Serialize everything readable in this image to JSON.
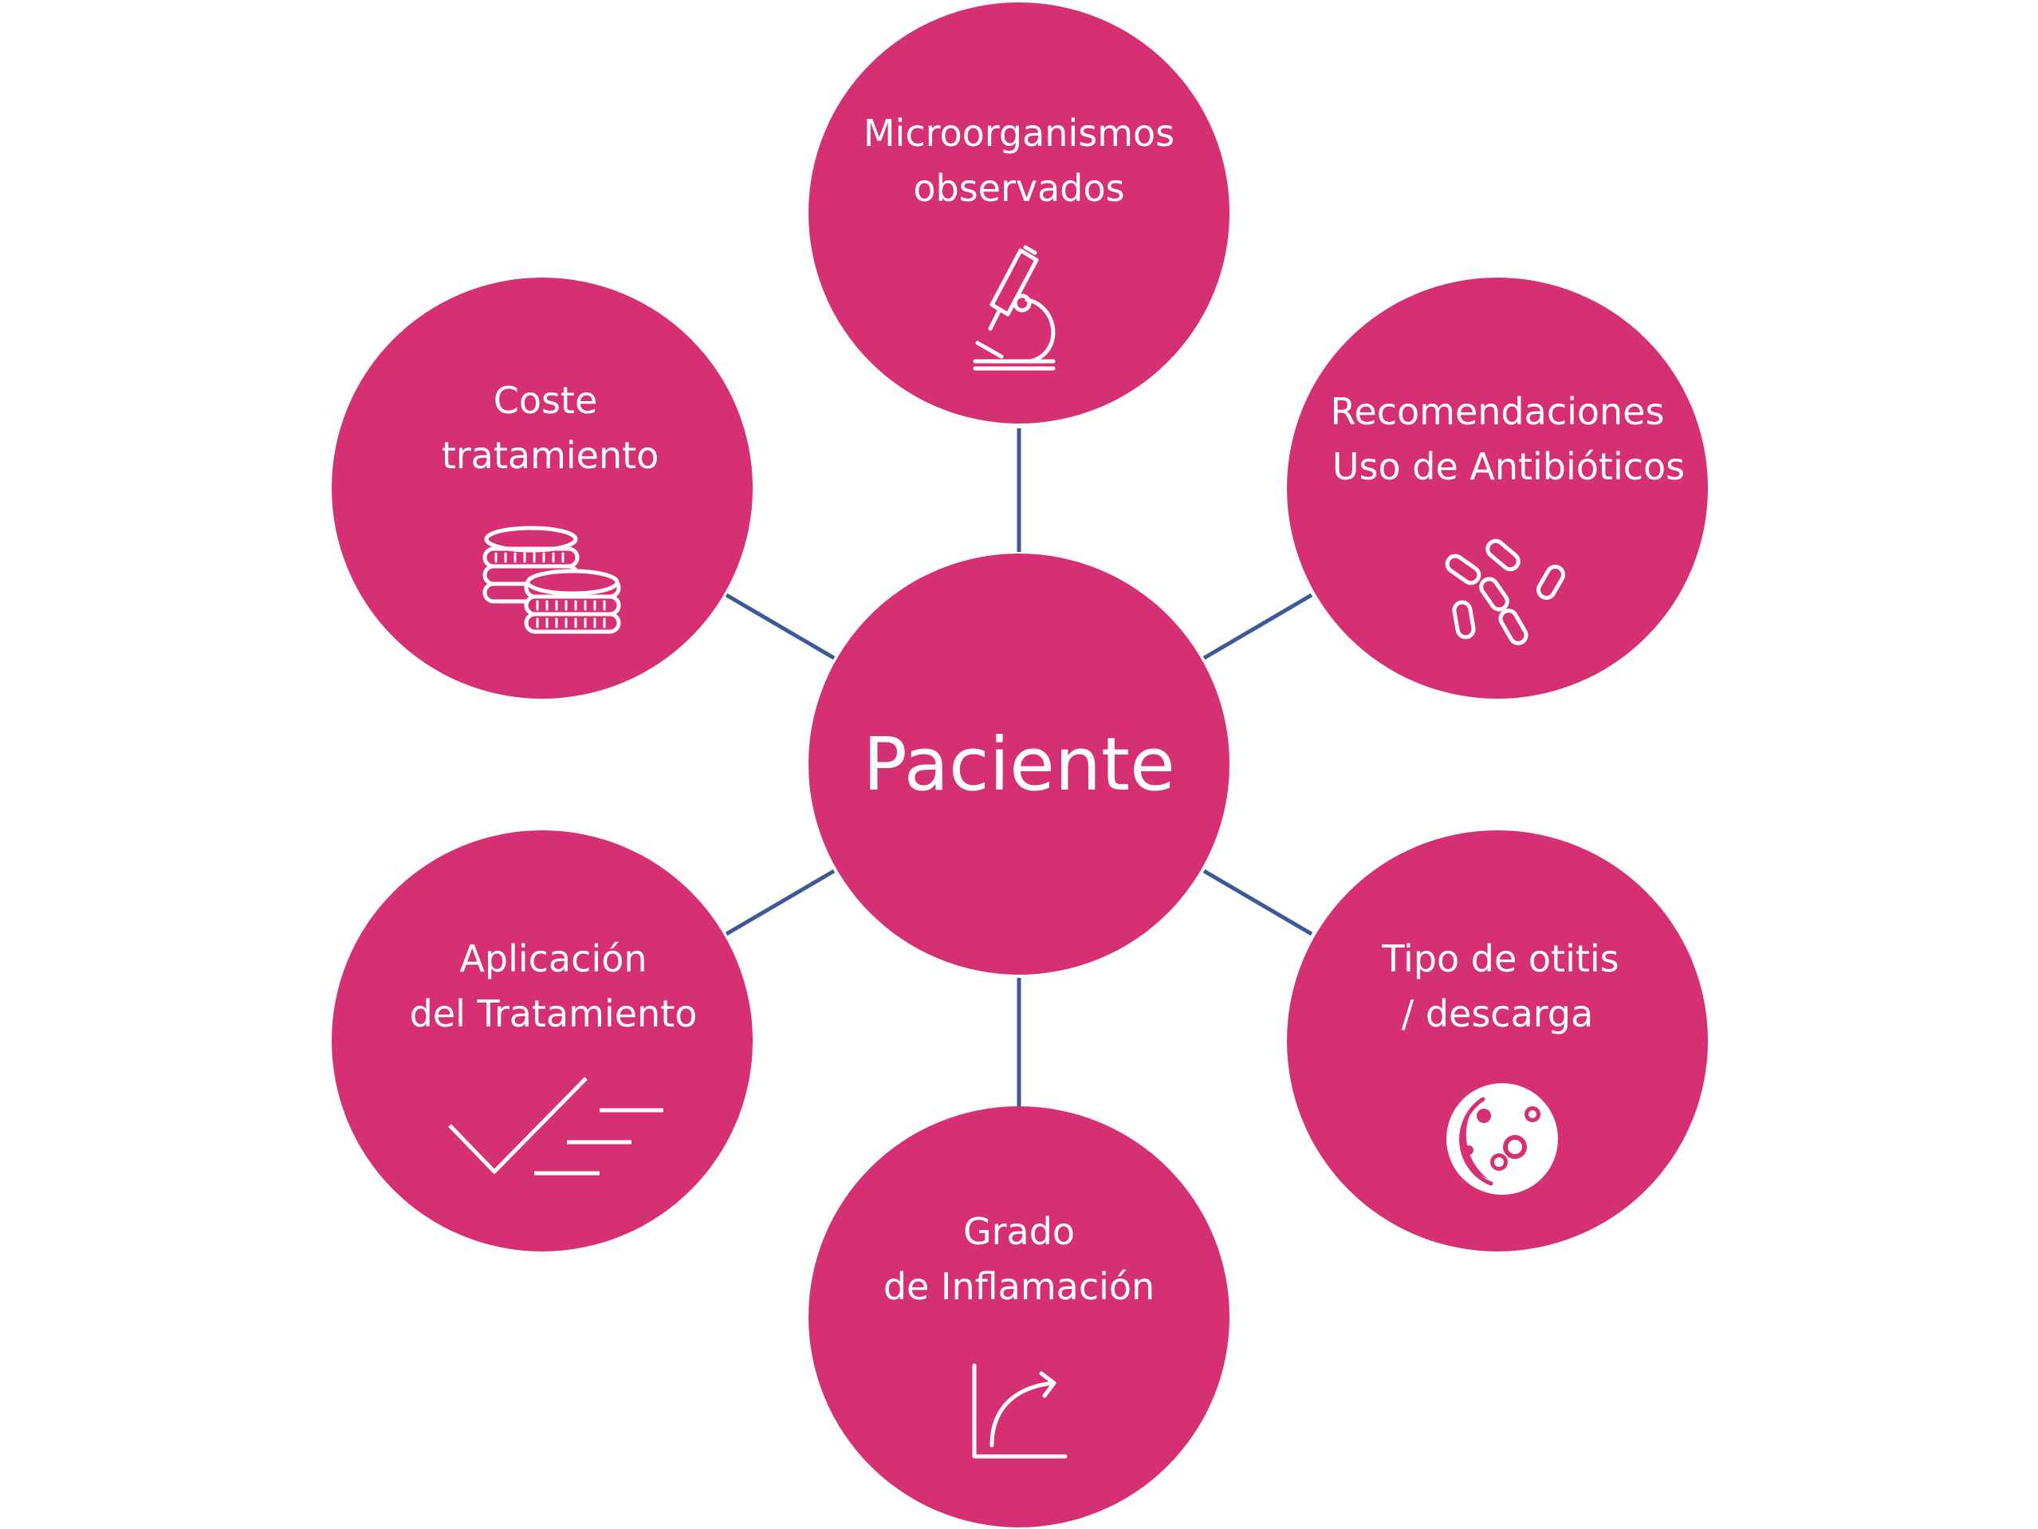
{
  "center": {
    "label": "Paciente"
  },
  "nodes": {
    "microorganismos": {
      "line1": "Microorganismos",
      "line2": "observados",
      "icon": "microscope-icon"
    },
    "recomendaciones": {
      "line1": "Recomendaciones",
      "line2": "Uso de Antibióticos",
      "icon": "bacteria-icon"
    },
    "tipo_otitis": {
      "line1": "Tipo de otitis",
      "line2": "/ descarga",
      "icon": "petri-dish-icon"
    },
    "grado": {
      "line1": "Grado",
      "line2": "de Inflamación",
      "icon": "growth-chart-icon"
    },
    "aplicacion": {
      "line1": "Aplicación",
      "line2": "del Tratamiento",
      "icon": "checklist-icon"
    },
    "coste": {
      "line1": "Coste",
      "line2": "tratamiento",
      "icon": "coins-icon"
    }
  },
  "colors": {
    "node_fill": "#d63074",
    "connector": "#3d5a96",
    "text": "#ffffff",
    "background": "#ffffff"
  }
}
